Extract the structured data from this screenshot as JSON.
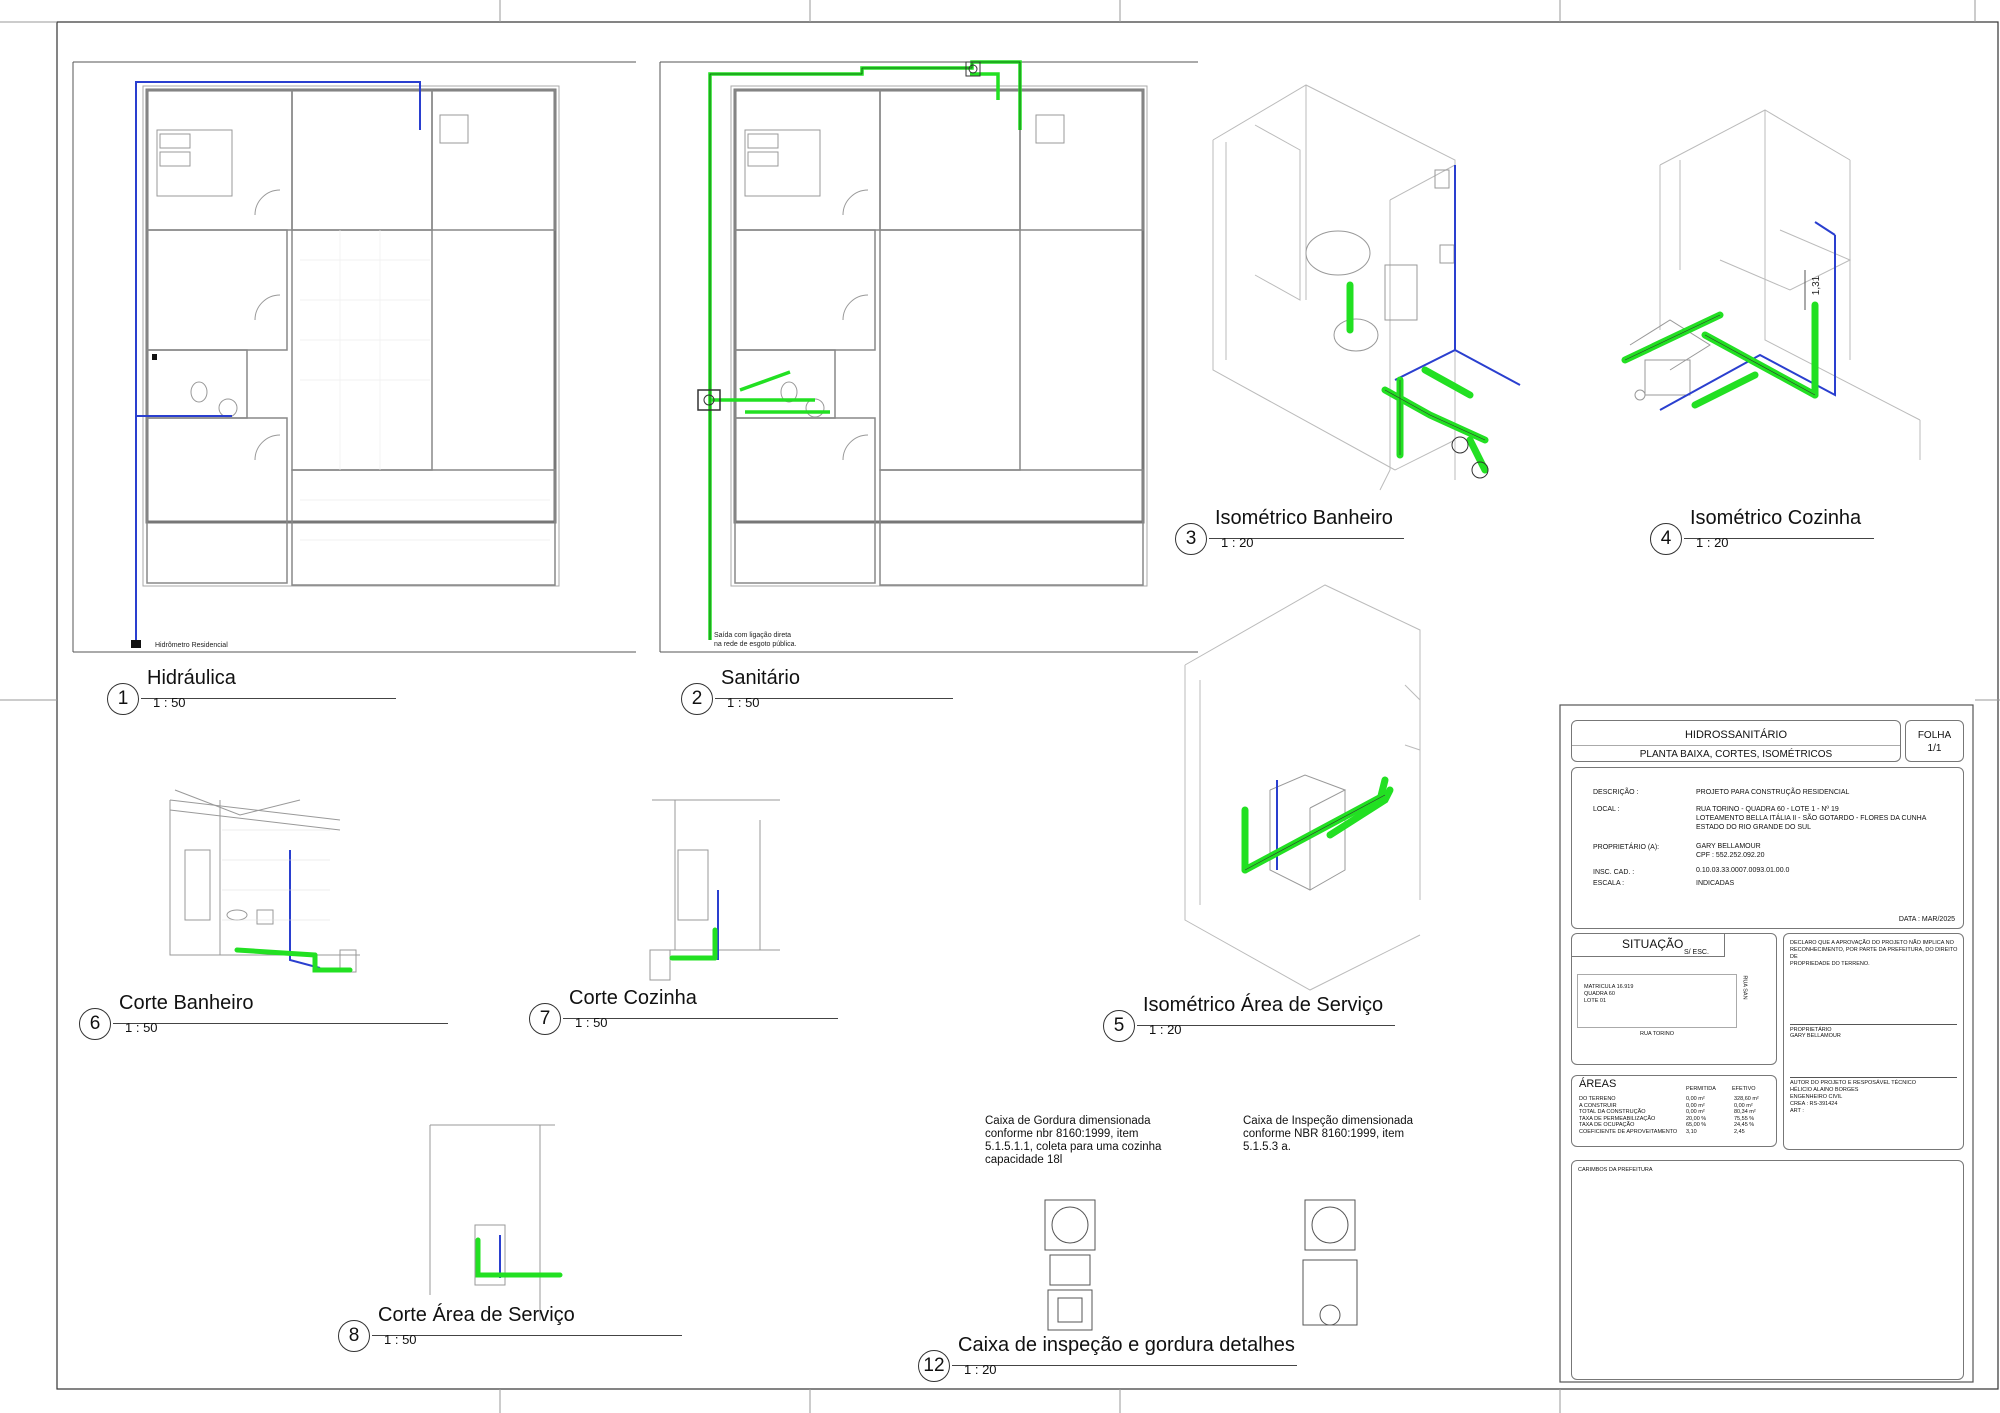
{
  "views": [
    {
      "num": "1",
      "name": "Hidráulica",
      "scale": "1 : 50"
    },
    {
      "num": "2",
      "name": "Sanitário",
      "scale": "1 : 50"
    },
    {
      "num": "3",
      "name": "Isométrico Banheiro",
      "scale": "1 : 20"
    },
    {
      "num": "4",
      "name": "Isométrico Cozinha",
      "scale": "1 : 20"
    },
    {
      "num": "5",
      "name": "Isométrico Área de Serviço",
      "scale": "1 : 20"
    },
    {
      "num": "6",
      "name": "Corte Banheiro",
      "scale": "1 : 50"
    },
    {
      "num": "7",
      "name": "Corte Cozinha",
      "scale": "1 : 50"
    },
    {
      "num": "8",
      "name": "Corte Área de Serviço",
      "scale": "1 : 50"
    },
    {
      "num": "12",
      "name": "Caixa de inspeção e gordura detalhes",
      "scale": "1 : 20"
    }
  ],
  "plan_labels": {
    "hidrometro": "Hidrômetro Residencial",
    "saida": "Saída com ligação direta\nna rede de esgoto pública.",
    "iso_height": "1,31"
  },
  "notes": {
    "gordura": "Caixa de Gordura dimensionada\nconforme nbr 8160:1999, item\n5.1.5.1.1, coleta para uma cozinha\ncapacidade 18l",
    "inspecao": "Caixa de Inspeção dimensionada\nconforme NBR 8160:1999, item\n5.1.5.3 a."
  },
  "title_block": {
    "title": "HIDROSSANITÁRIO",
    "subtitle": "PLANTA BAIXA, CORTES, ISOMÉTRICOS",
    "folha_label": "FOLHA",
    "folha_value": "1/1",
    "descricao_label": "DESCRIÇÃO :",
    "descricao": "PROJETO PARA CONSTRUÇÃO RESIDENCIAL",
    "local_label": "LOCAL :",
    "local_1": "RUA TORINO - QUADRA 60 - LOTE 1 - Nº 19",
    "local_2": "LOTEAMENTO BELLA ITÁLIA II - SÃO GOTARDO - FLORES DA CUNHA",
    "local_3": "ESTADO DO RIO GRANDE DO SUL",
    "proprietario_label": "PROPRIETÁRIO (A):",
    "proprietario": "GARY BELLAMOUR",
    "cpf": "CPF : 552.252.092.20",
    "insc_label": "INSC. CAD. :",
    "insc": "0.10.03.33.0007.0093.01.00.0",
    "escala_label": "ESCALA :",
    "escala": "INDICADAS",
    "data": "DATA : MAR/2025",
    "situacao": "SITUAÇÃO",
    "situacao_scale": "S/ ESC.",
    "matricula": "MATRICULA 16.919\nQUADRA 60\nLOTE 01",
    "rua_torino": "RUA TORINO",
    "rua_side": "RUA SAN",
    "declaro": "DECLARO QUE A APROVAÇÃO DO PROJETO NÃO IMPLICA NO\nRECONHECIMENTO, POR PARTE DA PREFEITURA, DO DIREITO DE\nPROPRIEDADE DO TERRENO.",
    "prop_sig_label": "PROPRIETÁRIO",
    "prop_sig_name": "GARY BELLAMOUR",
    "areas_title": "ÁREAS",
    "areas_col1": "PERMITIDA",
    "areas_col2": "EFETIVO",
    "areas_rows": [
      {
        "label": "DO TERRENO",
        "a": "0,00 m²",
        "b": "328,60 m²"
      },
      {
        "label": "A CONSTRUIR",
        "a": "0,00 m²",
        "b": "0,00 m²"
      },
      {
        "label": "TOTAL DA CONSTRUÇÃO",
        "a": "0,00 m²",
        "b": "80,34 m²"
      },
      {
        "label": "TAXA DE PERMEABILIZAÇÃO",
        "a": "20,00 %",
        "b": "75,55 %"
      },
      {
        "label": "TAXA DE OCUPAÇÃO",
        "a": "65,00 %",
        "b": "24,45 %"
      },
      {
        "label": "COEFICIENTE DE APROVEITAMENTO",
        "a": "3,10",
        "b": "2,45"
      }
    ],
    "autor": "AUTOR DO PROJETO E RESPOSÁVEL TÉCNICO\nHÉLICIO ALAINO BORGES\nENGENHEIRO CIVIL\nCREA : RS-391424\nART :",
    "carimbos": "CARIMBOS DA PREFEITURA"
  }
}
